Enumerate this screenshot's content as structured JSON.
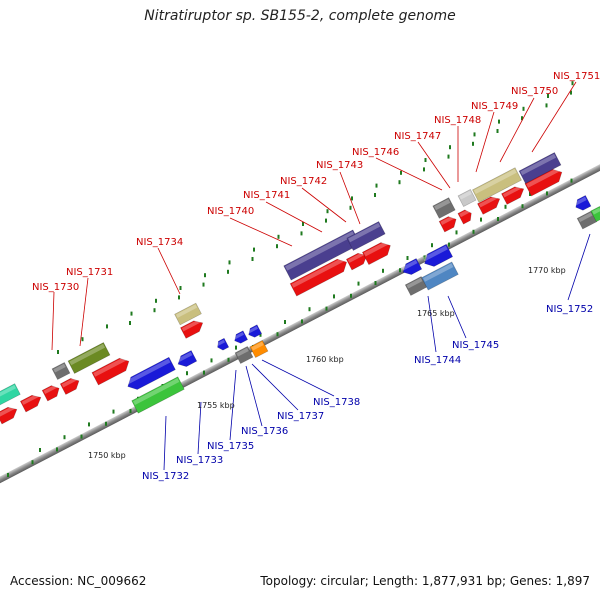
{
  "title": "Nitratiruptor sp. SB155-2, complete genome",
  "accession": "Accession: NC_009662",
  "summary": "Topology: circular; Length: 1,877,931 bp; Genes: 1,897",
  "ticks": [
    "1750 kbp",
    "1755 kbp",
    "1760 kbp",
    "1765 kbp",
    "1770 kbp"
  ],
  "labels_forward": [
    "NIS_1730",
    "NIS_1731",
    "NIS_1734",
    "NIS_1740",
    "NIS_1741",
    "NIS_1742",
    "NIS_1743",
    "NIS_1746",
    "NIS_1747",
    "NIS_1748",
    "NIS_1749",
    "NIS_1750",
    "NIS_1751"
  ],
  "labels_reverse": [
    "NIS_1732",
    "NIS_1733",
    "NIS_1735",
    "NIS_1736",
    "NIS_1737",
    "NIS_1738",
    "NIS_1744",
    "NIS_1745",
    "NIS_1752"
  ],
  "colors": {
    "cds": "#e81010",
    "cds_reverse": "#1a1ad8",
    "cog_purple": "#4a3f8f",
    "cog_olive": "#6b8a23",
    "cog_khaki": "#c9bf7e",
    "cog_green": "#3cc43c",
    "cog_teal": "#2fd6a2",
    "cog_steel": "#4f86c2",
    "cog_orange": "#ff8c00",
    "cog_gray": "#6e6e6e",
    "label_forward": "#cc0000",
    "label_reverse": "#0000aa",
    "backbone": "#999999"
  }
}
